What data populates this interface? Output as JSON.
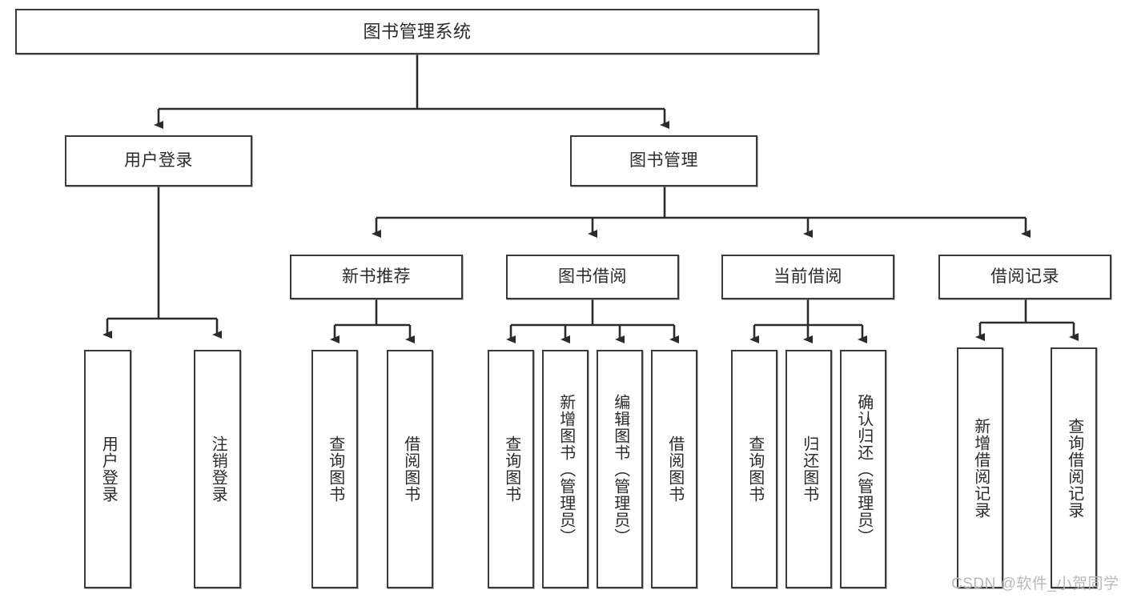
{
  "diagram": {
    "type": "tree",
    "title": "图书管理系统",
    "watermark": "CSDN @软件_小贺同学",
    "colors": {
      "box_border": "#3a3a3a",
      "box_fill": "#ffffff",
      "connector": "#2b2b2b",
      "text": "#2b2b2b",
      "watermark": "#b9b9b9"
    },
    "levels": {
      "root": {
        "label": "图书管理系统"
      },
      "level2": [
        {
          "label": "用户登录"
        },
        {
          "label": "图书管理"
        }
      ],
      "level3": [
        {
          "label": "新书推荐"
        },
        {
          "label": "图书借阅"
        },
        {
          "label": "当前借阅"
        },
        {
          "label": "借阅记录"
        }
      ],
      "leaves": {
        "user_login": [
          {
            "label": "用户登录"
          },
          {
            "label": "注销登录"
          }
        ],
        "new_books": [
          {
            "label": "查询图书"
          },
          {
            "label": "借阅图书"
          }
        ],
        "book_borrow": [
          {
            "label": "查询图书"
          },
          {
            "label": "新增图书（管理员）"
          },
          {
            "label": "编辑图书（管理员）"
          },
          {
            "label": "借阅图书"
          }
        ],
        "current_borrow": [
          {
            "label": "查询图书"
          },
          {
            "label": "归还图书"
          },
          {
            "label": "确认归还（管理员）"
          }
        ],
        "borrow_record": [
          {
            "label": "新增借阅记录"
          },
          {
            "label": "查询借阅记录"
          }
        ]
      }
    }
  }
}
